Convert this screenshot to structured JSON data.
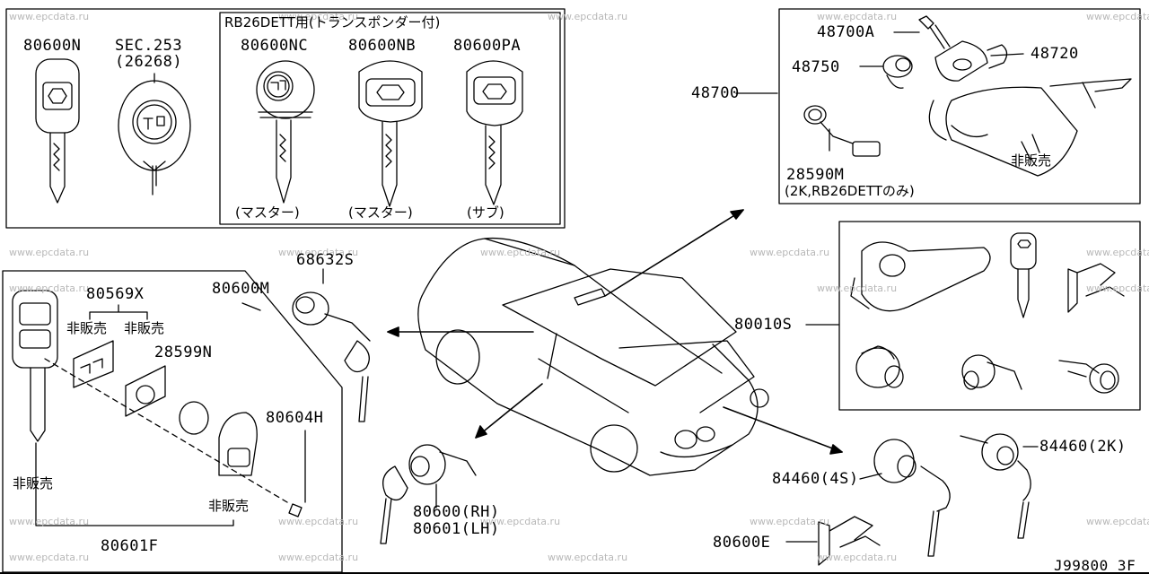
{
  "diagram_code": "J99800 3F",
  "watermark": "www.epcdata.ru",
  "sections": {
    "top_left": {
      "key_80600N": "80600N",
      "sec_code": "SEC.253",
      "sec_sub": "(26268)",
      "rb_header": "RB26DETT用(トランスポンダー付)",
      "key_80600NC": "80600NC",
      "key_80600NB": "80600NB",
      "key_80600PA": "80600PA",
      "note_master_1": "(マスター)",
      "note_master_2": "(マスター)",
      "note_sub": "(サブ)"
    },
    "top_right": {
      "assembly": "48700",
      "part_48700A": "48700A",
      "part_48750": "48750",
      "part_48720": "48720",
      "not_sold": "非販売",
      "part_28590M": "28590M",
      "part_28590M_note": "(2K,RB26DETTのみ)"
    },
    "middle_right": {
      "kit": "80010S"
    },
    "left": {
      "part_80569X": "80569X",
      "part_80600M": "80600M",
      "part_68632S": "68632S",
      "not_sold_a": "非販売",
      "not_sold_b": "非販売",
      "part_28599N": "28599N",
      "part_80604H": "80604H",
      "not_sold_c": "非販売",
      "not_sold_d": "非販売",
      "part_80601F": "80601F"
    },
    "bottom_center": {
      "rh": "80600(RH)",
      "lh": "80601(LH)"
    },
    "bottom_right": {
      "part_84460_4S": "84460(4S)",
      "part_84460_2K": "84460(2K)",
      "part_80600E": "80600E"
    }
  }
}
